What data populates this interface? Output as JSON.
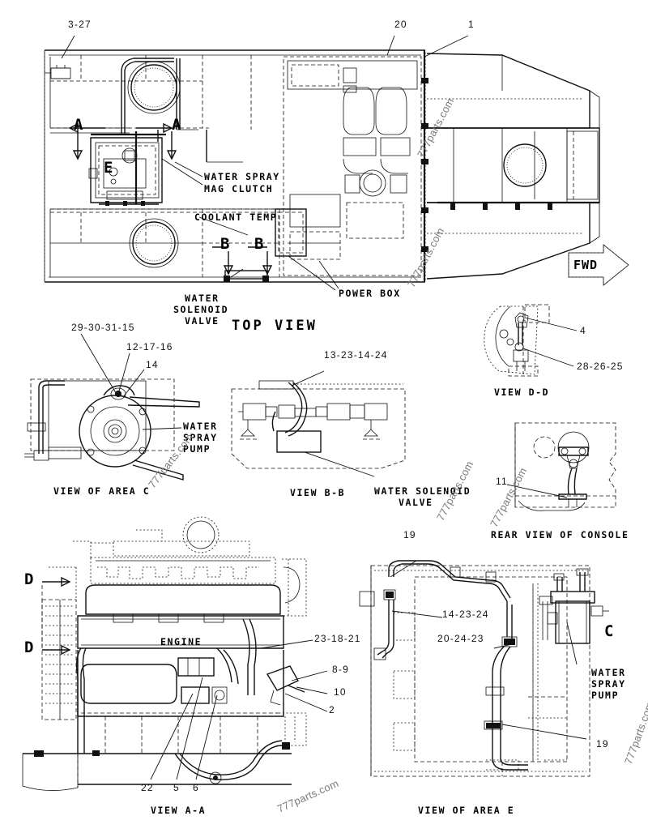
{
  "document": {
    "type": "parts-diagram",
    "watermark_text": "777parts.com"
  },
  "views": [
    {
      "id": "top-view",
      "caption": "TOP VIEW",
      "direction_badge": "FWD",
      "callouts": [
        "3-27",
        "20",
        "1"
      ],
      "section_marks": [
        "A",
        "A",
        "B",
        "B",
        "E"
      ],
      "annotations": [
        "WATER SPRAY\nMAG CLUTCH",
        "COOLANT TEMP",
        "WATER\nSOLENOID\nVALVE",
        "POWER BOX"
      ]
    },
    {
      "id": "view-of-area-c",
      "caption": "VIEW OF AREA C",
      "callouts": [
        "29-30-31-15",
        "12-17-16",
        "14"
      ],
      "annotations": [
        "WATER\nSPRAY\nPUMP"
      ]
    },
    {
      "id": "view-b-b",
      "caption": "VIEW B-B",
      "callouts": [
        "13-23-14-24"
      ],
      "annotations": [
        "WATER SOLENOID\nVALVE"
      ]
    },
    {
      "id": "view-d-d",
      "caption": "VIEW D-D",
      "callouts": [
        "4",
        "28-26-25"
      ],
      "annotations": []
    },
    {
      "id": "rear-view-of-console",
      "caption": "REAR VIEW OF CONSOLE",
      "callouts": [
        "11"
      ],
      "annotations": []
    },
    {
      "id": "view-a-a",
      "caption": "VIEW A-A",
      "callouts": [
        "23-18-21",
        "8-9",
        "10",
        "2",
        "22",
        "5",
        "6"
      ],
      "section_marks": [
        "D",
        "D"
      ],
      "annotations": [
        "ENGINE"
      ]
    },
    {
      "id": "view-of-area-e",
      "caption": "VIEW OF AREA E",
      "callouts": [
        "19",
        "14-23-24",
        "20-24-23",
        "19"
      ],
      "section_marks": [
        "C"
      ],
      "annotations": [
        "WATER\nSPRAY\nPUMP"
      ]
    }
  ],
  "labels": {
    "c_3_27": "3-27",
    "c_20": "20",
    "c_1": "1",
    "fwd": "FWD",
    "water_spray_mag_clutch_1": "WATER SPRAY",
    "water_spray_mag_clutch_2": "MAG CLUTCH",
    "coolant_temp": "COOLANT TEMP",
    "water_solenoid_valve_1": "WATER",
    "water_solenoid_valve_2": "SOLENOID",
    "water_solenoid_valve_3": "VALVE",
    "power_box": "POWER BOX",
    "top_view": "TOP VIEW",
    "mark_a1": "A",
    "mark_a2": "A",
    "mark_b1": "B",
    "mark_b2": "B",
    "mark_e": "E",
    "c_29_30_31_15": "29-30-31-15",
    "c_12_17_16": "12-17-16",
    "c_14": "14",
    "water_spray_pump_c1": "WATER",
    "water_spray_pump_c2": "SPRAY",
    "water_spray_pump_c3": "PUMP",
    "view_of_area_c": "VIEW OF AREA C",
    "c_13_23_14_24": "13-23-14-24",
    "view_b_b": "VIEW B-B",
    "water_solenoid_valve_b1": "WATER SOLENOID",
    "water_solenoid_valve_b2": "VALVE",
    "c_4": "4",
    "c_28_26_25": "28-26-25",
    "view_d_d": "VIEW D-D",
    "c_11": "11",
    "rear_view_of_console": "REAR VIEW OF CONSOLE",
    "mark_d1": "D",
    "mark_d2": "D",
    "engine": "ENGINE",
    "c_23_18_21": "23-18-21",
    "c_8_9": "8-9",
    "c_10": "10",
    "c_2": "2",
    "c_22": "22",
    "c_5": "5",
    "c_6": "6",
    "view_a_a": "VIEW A-A",
    "c_19_top": "19",
    "c_14_23_24": "14-23-24",
    "c_20_24_23": "20-24-23",
    "mark_c": "C",
    "water_spray_pump_e1": "WATER",
    "water_spray_pump_e2": "SPRAY",
    "water_spray_pump_e3": "PUMP",
    "c_19_bottom": "19",
    "view_of_area_e": "VIEW OF AREA E"
  },
  "watermarks": {
    "w1": "777parts.com",
    "w2": "777parts.com",
    "w3": "777parts.com",
    "w4": "777parts.com",
    "w5": "777parts.com",
    "w6": "777parts.com",
    "w7": "777parts.com"
  },
  "colors": {
    "ink": "#111111",
    "paper": "#ffffff",
    "watermark": "#7a7a7a"
  }
}
